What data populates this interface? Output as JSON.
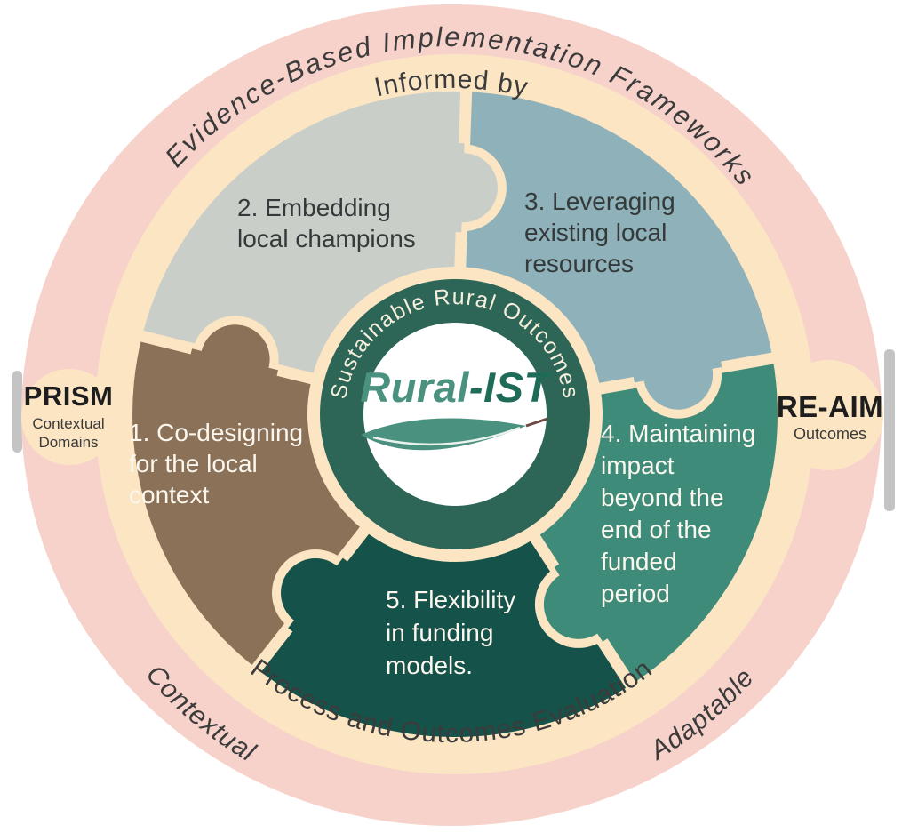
{
  "figure": {
    "title": "Rural-IST sustainability framework diagram"
  },
  "outer_ring": {
    "top_label": "Evidence-Based Implementation Frameworks",
    "bottom_left_label": "Contextual",
    "bottom_right_label": "Adaptable"
  },
  "middle_ring": {
    "top_label": "Informed by",
    "bottom_label": "Process and Outcomes Evaluation"
  },
  "side_badges": {
    "left": {
      "title": "PRISM",
      "subtitle_line1": "Contextual",
      "subtitle_line2": "Domains"
    },
    "right": {
      "title": "RE-AIM",
      "subtitle": "Outcomes"
    }
  },
  "center": {
    "ring_label": "Sustainable Rural Outcomes",
    "logo_part1": "Rural",
    "logo_part2": "-IST"
  },
  "pieces": [
    {
      "id": "1",
      "color": "#8a7158",
      "lines": [
        "1. Co-designing",
        "for the local",
        "context"
      ]
    },
    {
      "id": "2",
      "color": "#c9cec9",
      "lines": [
        "2. Embedding",
        "local champions"
      ]
    },
    {
      "id": "3",
      "color": "#8fb1ba",
      "lines": [
        "3. Leveraging",
        "existing local",
        "resources"
      ]
    },
    {
      "id": "4",
      "color": "#3f8b79",
      "lines": [
        "4. Maintaining",
        "impact",
        "beyond the",
        "end of the",
        "funded",
        "period"
      ]
    },
    {
      "id": "5",
      "color": "#15524a",
      "lines": [
        "5. Flexibility",
        "in funding",
        "models."
      ]
    }
  ],
  "colors": {
    "pink_ring": "#f7d2cb",
    "cream": "#fbe5c3",
    "center_ring": "#2d6556",
    "center_white": "#ffffff",
    "logo_teal": "#4a917f",
    "logo_dark": "#1e6b58",
    "leaf": "#4a917f",
    "leaf_vein": "#e9f2ec",
    "stem": "#6b4a42",
    "edge_gray": "#c4c4c4"
  }
}
